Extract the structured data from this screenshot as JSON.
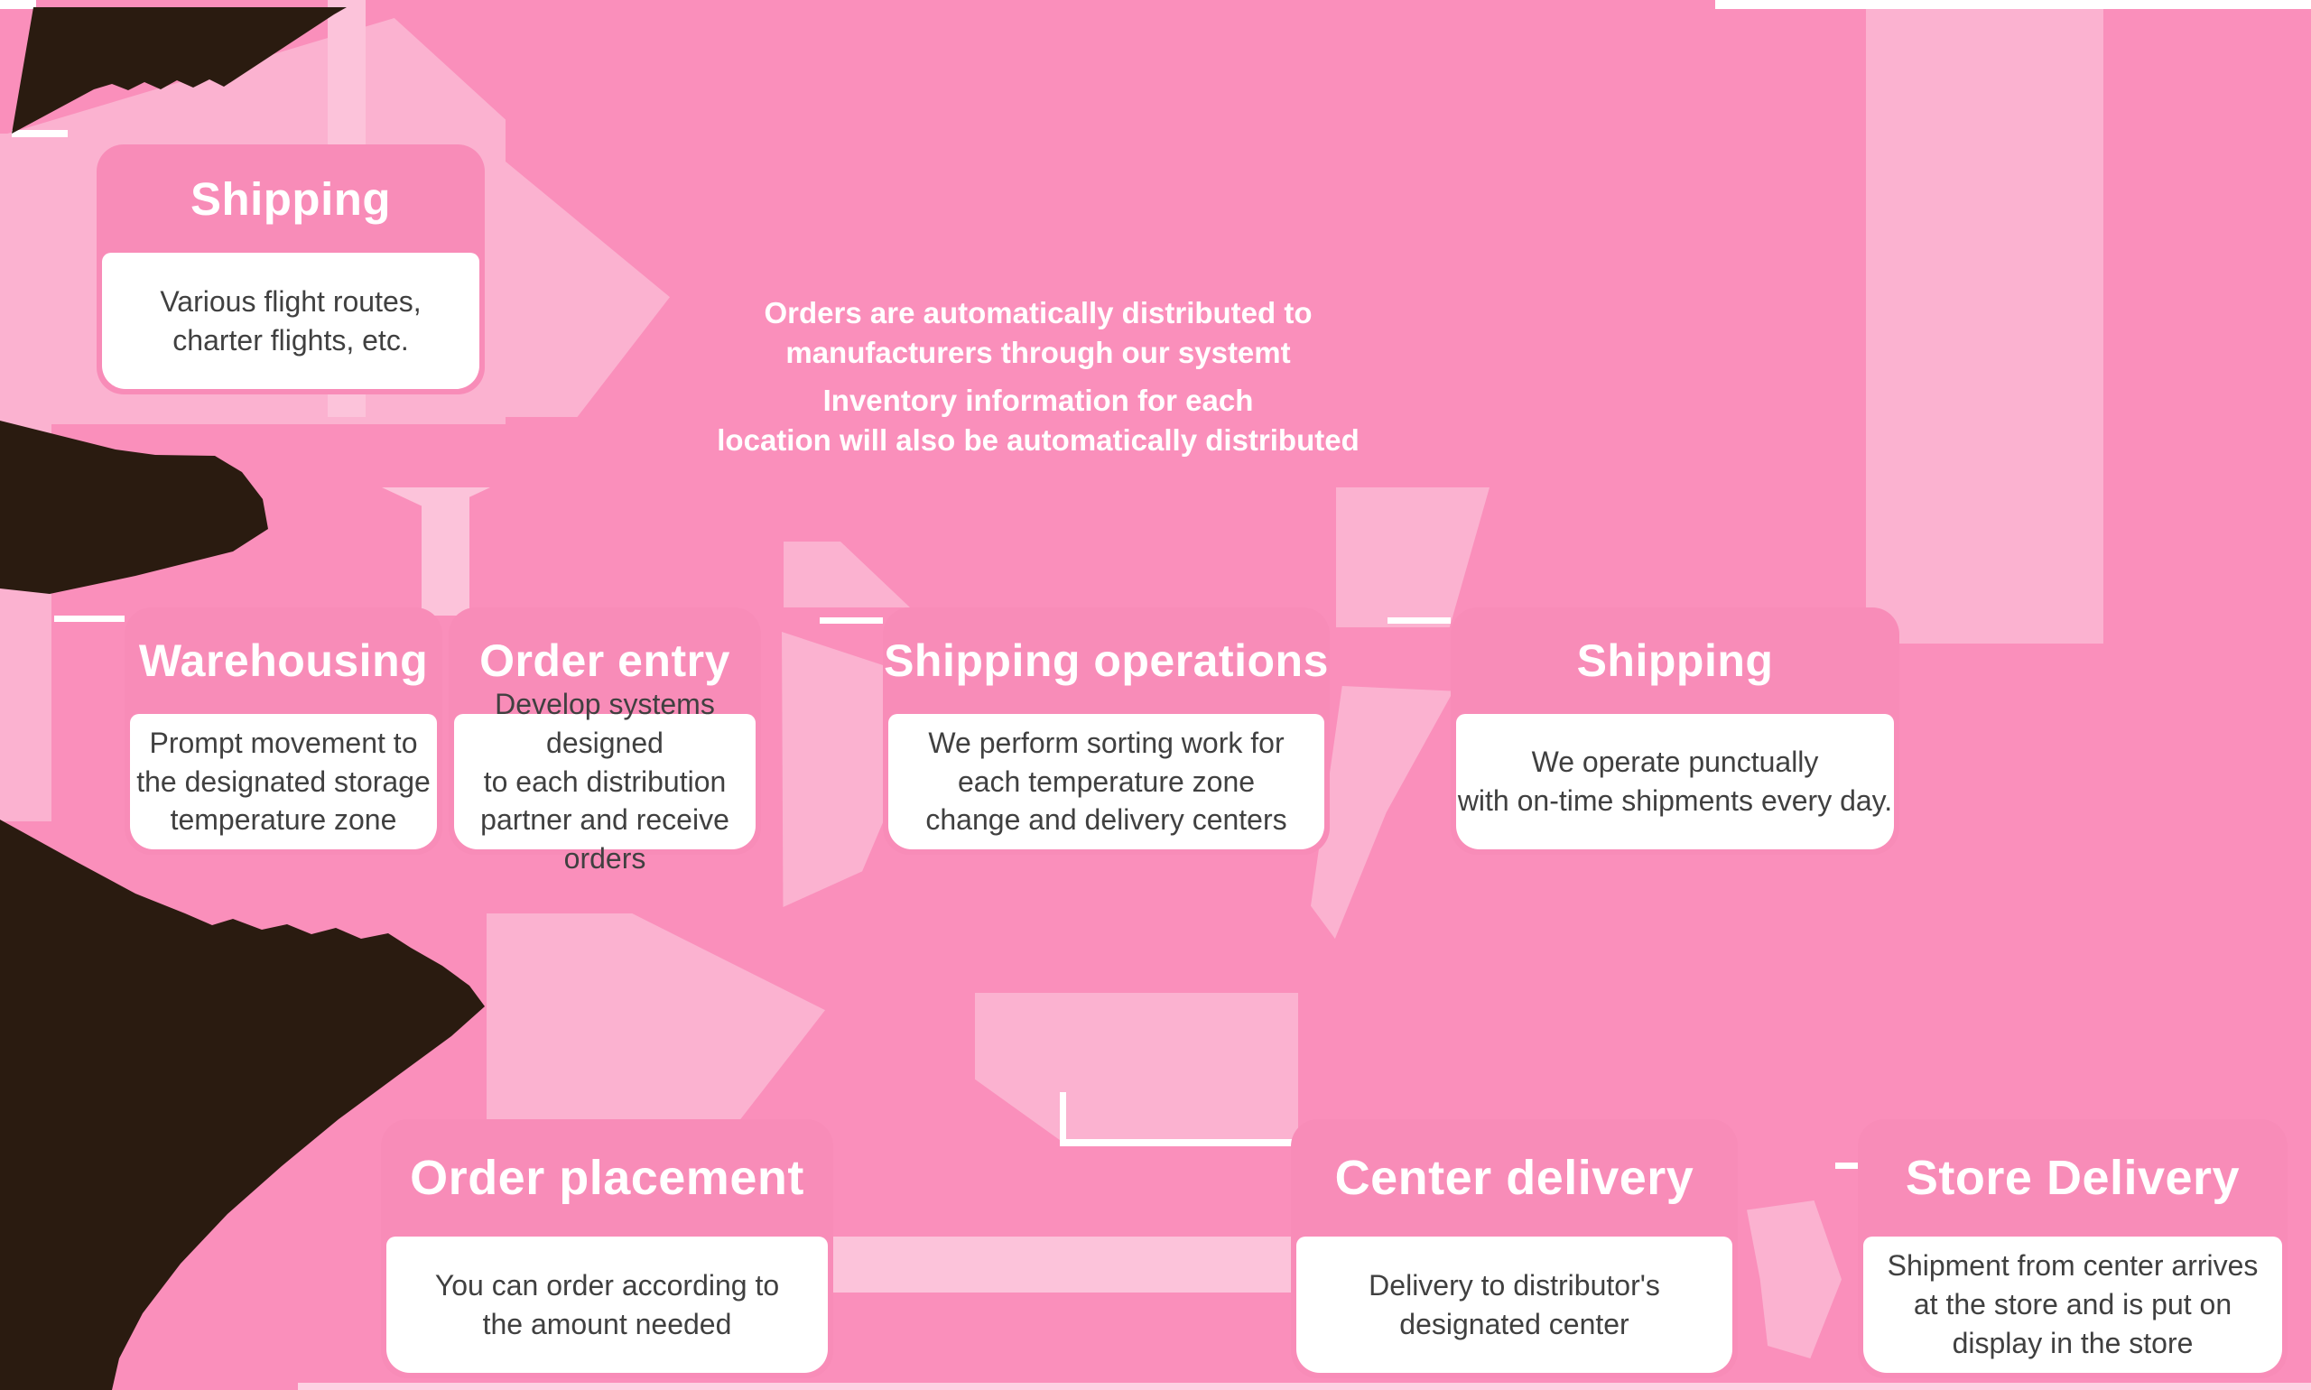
{
  "colors": {
    "base": "#fa8fbb",
    "patch_light": "#fbb2d0",
    "patch_lighter": "#fcc3da",
    "card_pink": "#f88cb8",
    "dark_silhouette": "#2a1b10",
    "title_text": "#ffffff",
    "body_text": "#404040"
  },
  "center_note": {
    "para1": "Orders are automatically distributed to\nmanufacturers through our systemt",
    "para2": "Inventory information for each\nlocation will also be automatically distributed"
  },
  "cards": [
    {
      "title": "Shipping",
      "body": "Various flight routes,\ncharter flights, etc."
    },
    {
      "title": "Warehousing",
      "body": "Prompt movement to\nthe designated storage\ntemperature zone"
    },
    {
      "title": "Order entry",
      "body": "Develop systems designed\nto each distribution\npartner and receive orders"
    },
    {
      "title": "Shipping operations",
      "body": "We perform sorting work for\neach temperature zone\nchange and delivery centers"
    },
    {
      "title": "Shipping",
      "body": "We operate punctually\nwith on-time shipments every day."
    },
    {
      "title": "Order placement",
      "body": "You can order according to\nthe amount needed"
    },
    {
      "title": "Center delivery",
      "body": "Delivery to distributor's\ndesignated center"
    },
    {
      "title": "Store Delivery",
      "body": "Shipment from center arrives\nat the store and is put on\ndisplay in the store"
    }
  ]
}
